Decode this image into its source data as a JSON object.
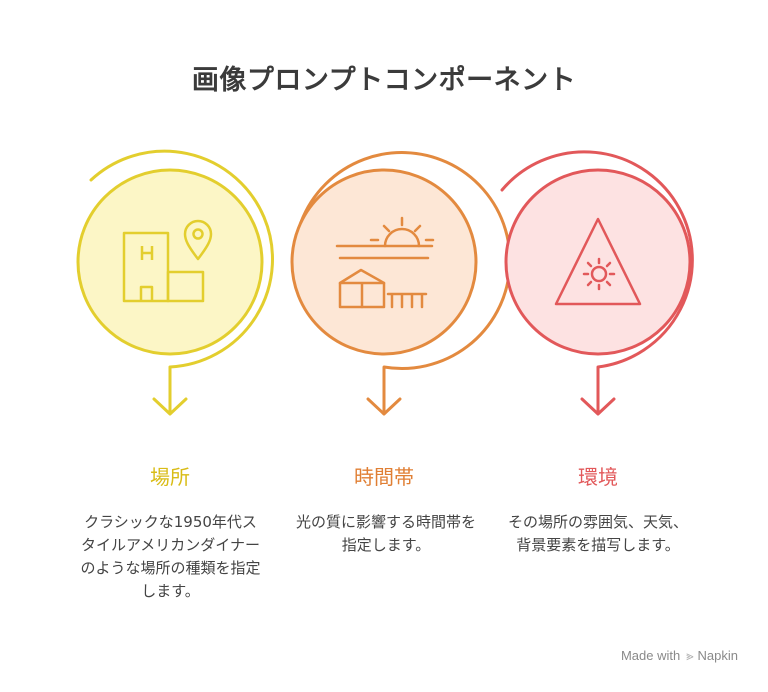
{
  "title": "画像プロンプトコンポーネント",
  "colors": {
    "yellow_stroke": "#E3CE2E",
    "yellow_fill": "#FCF6C6",
    "orange_stroke": "#E38A3F",
    "orange_fill": "#FDE7D6",
    "red_stroke": "#E2585A",
    "red_fill": "#FDE2E2"
  },
  "steps": [
    {
      "label": "場所",
      "description": "クラシックな1950年代スタイルアメリカンダイナーのような場所の種類を指定します。",
      "icon": "building-location-icon"
    },
    {
      "label": "時間帯",
      "description": "光の質に影響する時間帯を指定します。",
      "icon": "sunrise-landscape-icon"
    },
    {
      "label": "環境",
      "description": "その場所の雰囲気、天気、背景要素を描写します。",
      "icon": "warning-sun-icon"
    }
  ],
  "footer": {
    "made_with": "Made with",
    "brand": "Napkin"
  }
}
